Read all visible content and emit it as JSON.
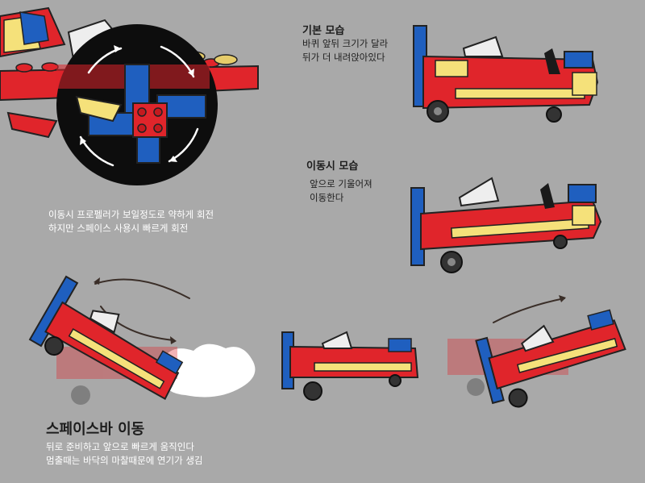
{
  "sections": {
    "basic": {
      "title": "기본 모습",
      "desc": [
        "바퀴 앞뒤 크기가 달라",
        "뒤가 더 내려앉아있다"
      ]
    },
    "moving": {
      "title": "이동시 모습",
      "desc": [
        "앞으로 기울어져",
        "이동한다"
      ]
    },
    "propeller": {
      "desc": [
        "이동시 프로펠러가 보일정도로 약하게 회전",
        "하지만 스페이스 사용시 빠르게 회전"
      ]
    },
    "spacebar": {
      "title": "스페이스바 이동",
      "desc": [
        "뒤로 준비하고 앞으로 빠르게 움직인다",
        "멈출때는 바닥의 마찰때문에 연기가 생김"
      ]
    }
  },
  "colors": {
    "background": "#a9a9a9",
    "lego_red": "#e0252b",
    "lego_yellow": "#f5e17a",
    "lego_blue": "#1f5fbf",
    "lego_black": "#1a1a1a",
    "arrow": "#3a2e28",
    "smoke": "#ffffff"
  }
}
